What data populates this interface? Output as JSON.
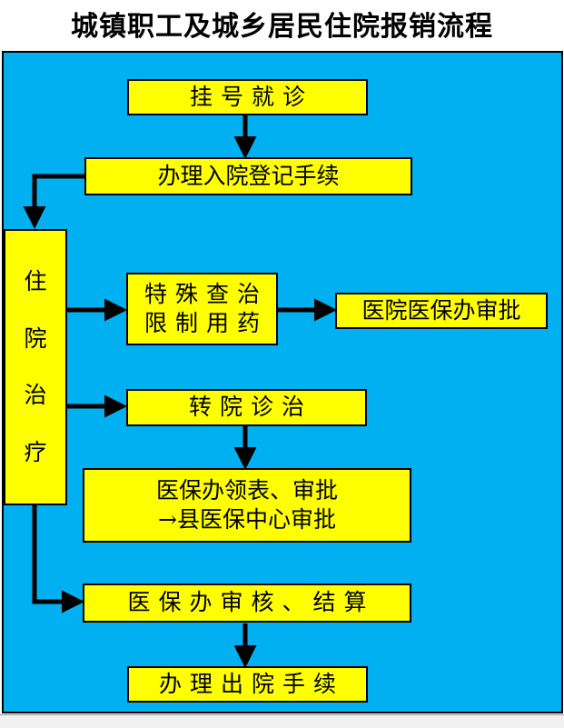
{
  "title": "城镇职工及城乡居民住院报销流程",
  "steps": {
    "register": "挂号就诊",
    "admission": "办理入院登记手续",
    "inpatient": [
      "住",
      "院",
      "治",
      "疗"
    ],
    "special_line1": "特殊查治",
    "special_line2": "限制用药",
    "hospital_approval": "医院医保办审批",
    "transfer": "转院诊治",
    "transfer_approval_line1": "医保办领表、审批",
    "transfer_approval_line2": "→县医保中心审批",
    "settlement": "医保办审核、结算",
    "discharge": "办理出院手续"
  },
  "colors": {
    "background": "#00b0f0",
    "box_fill": "#ffff00",
    "border": "#000000"
  }
}
